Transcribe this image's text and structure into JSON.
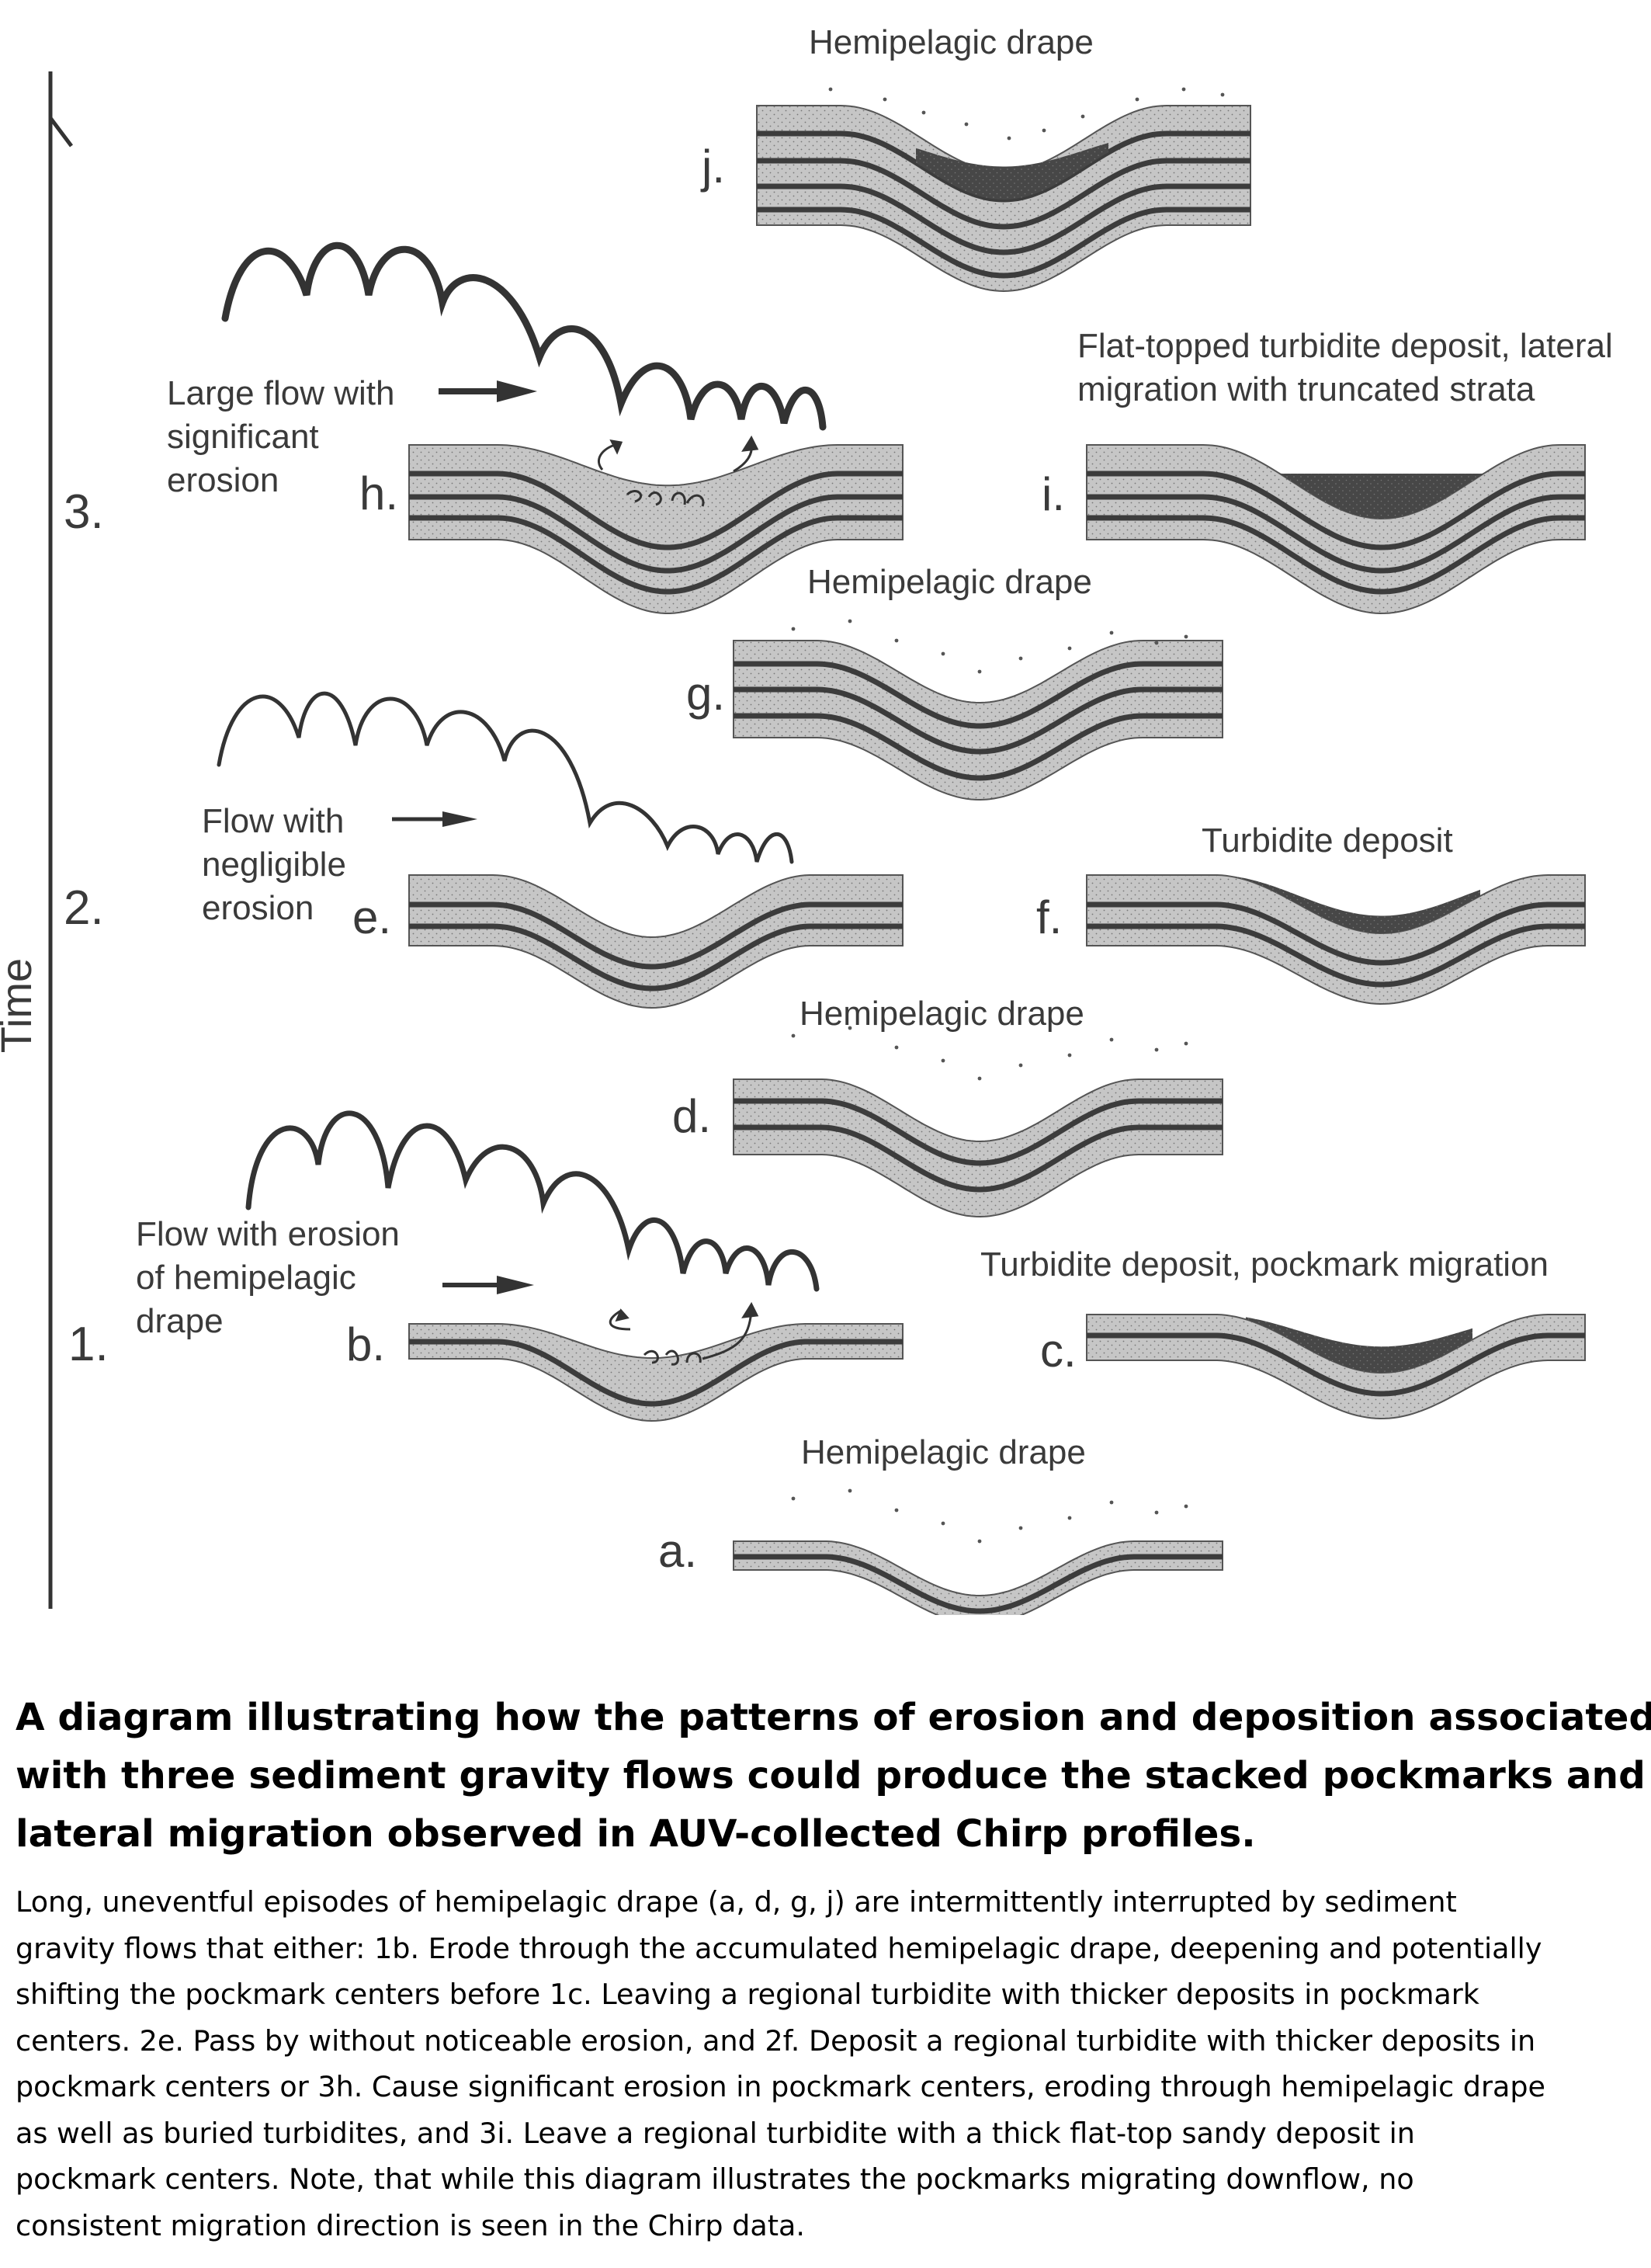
{
  "diagram": {
    "axis_label": "Time",
    "steps": [
      "1.",
      "2.",
      "3."
    ],
    "panels": {
      "a": {
        "label": "a.",
        "caption": "Hemipelagic drape"
      },
      "b": {
        "label": "b.",
        "caption": "Flow with erosion\nof hemipelagic\ndrape"
      },
      "c": {
        "label": "c.",
        "caption": "Turbidite deposit, pockmark migration"
      },
      "d": {
        "label": "d.",
        "caption": "Hemipelagic drape"
      },
      "e": {
        "label": "e.",
        "caption": "Flow with\nnegligible\nerosion"
      },
      "f": {
        "label": "f.",
        "caption": "Turbidite deposit"
      },
      "g": {
        "label": "g.",
        "caption": "Hemipelagic drape"
      },
      "h": {
        "label": "h.",
        "caption": "Large flow with\nsignificant\nerosion"
      },
      "i": {
        "label": "i.",
        "caption": "Flat-topped turbidite deposit, lateral\nmigration with truncated strata"
      },
      "j": {
        "label": "j.",
        "caption": "Hemipelagic drape"
      }
    },
    "colors": {
      "sediment": "#c6c6c6",
      "layer_line": "#3c3c3c",
      "turbidite": "#474747",
      "text": "#3a3a3a"
    }
  },
  "caption": {
    "title_lines": [
      "A diagram illustrating how the patterns of erosion and deposition associated",
      "with three sediment gravity flows could produce the stacked pockmarks and",
      "lateral migration observed in AUV-collected Chirp profiles."
    ],
    "body_lines": [
      "Long, uneventful episodes of hemipelagic drape (a, d, g, j) are intermittently interrupted by sediment",
      "gravity flows that either: 1b. Erode through the accumulated hemipelagic drape, deepening and potentially",
      "shifting the pockmark centers before 1c. Leaving a regional turbidite with thicker deposits in pockmark",
      "centers. 2e. Pass by without noticeable erosion, and 2f. Deposit a regional turbidite with thicker deposits in",
      "pockmark centers or 3h. Cause significant erosion in pockmark centers, eroding through hemipelagic drape",
      "as well as buried turbidites, and 3i. Leave a regional turbidite with a thick flat-top sandy deposit in",
      "pockmark centers. Note, that while this diagram illustrates the pockmarks migrating downflow, no",
      "consistent migration direction is seen in the Chirp data."
    ]
  }
}
